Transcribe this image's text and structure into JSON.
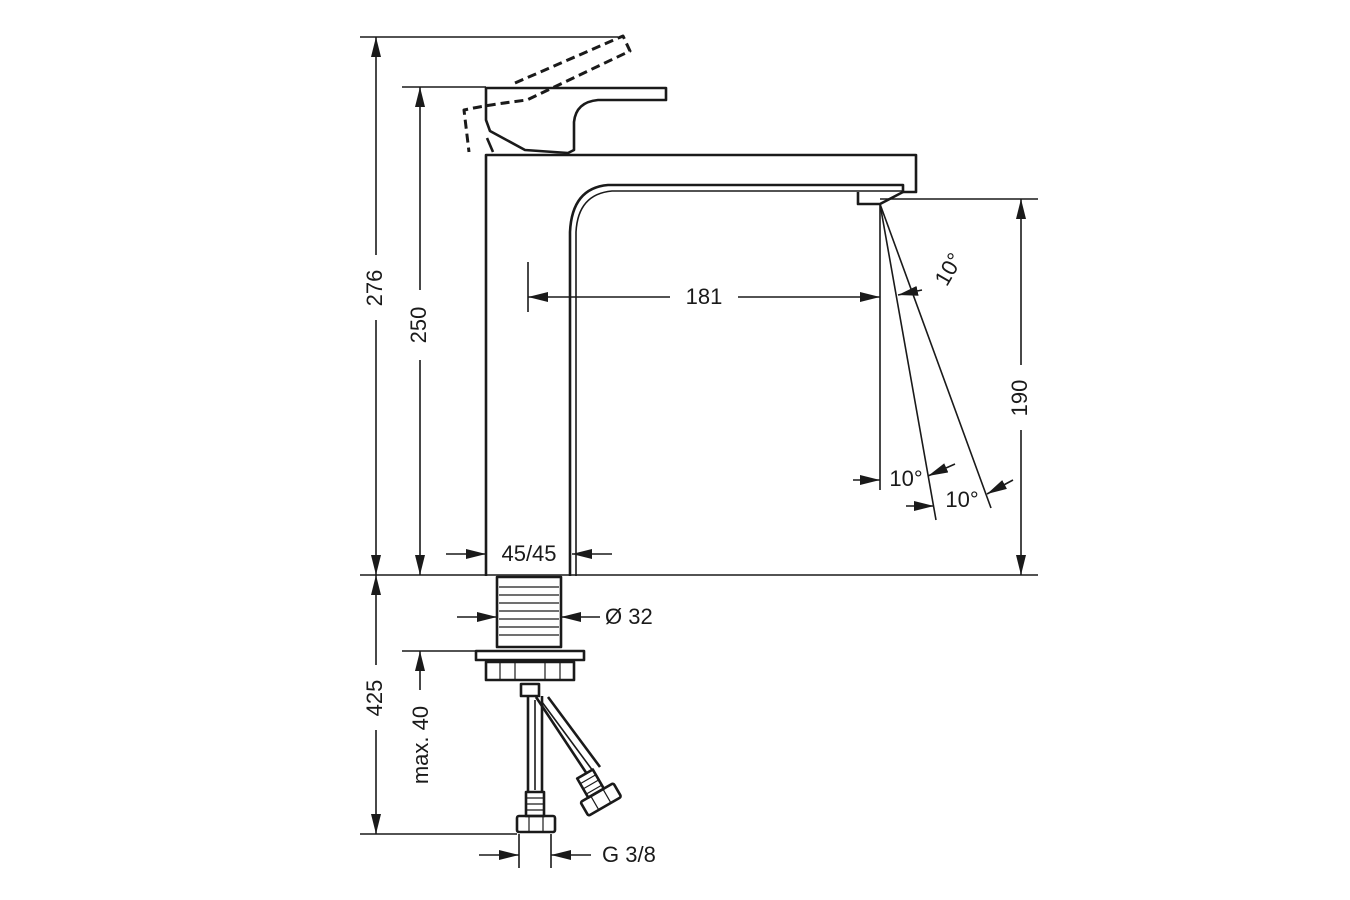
{
  "dimensions": {
    "total_height": "276",
    "handle_height": "250",
    "spout_reach": "181",
    "spout_height": "190",
    "swivel_angle_top": "10°",
    "swivel_angle_inner": "10°",
    "swivel_angle_outer": "10°",
    "body_width": "45/45",
    "shank_diameter": "Ø 32",
    "hose_length": "425",
    "max_counter_thickness": "max. 40",
    "connection_thread": "G 3/8"
  }
}
